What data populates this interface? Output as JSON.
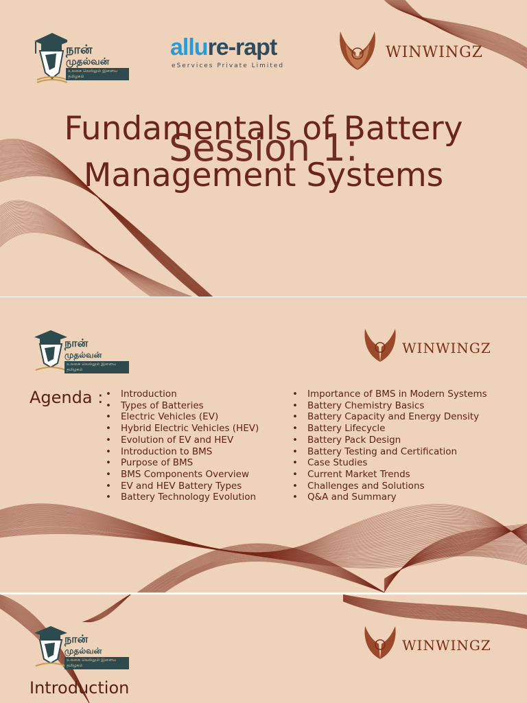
{
  "logos": {
    "naan_line1": "நான்",
    "naan_line2": "முதல்வன்",
    "naan_tagline": "உலகை வெல்லும் இளைய தமிழகம்",
    "allure_part1": "allu",
    "allure_part2": "re-rapt",
    "allure_subtitle": "eServices Private Limited",
    "winwingz": "WINWINGZ"
  },
  "slide1": {
    "title_line1": "Fundamentals of Battery",
    "title_overlap": "Session 1:",
    "title_line2": "Management Systems"
  },
  "slide2": {
    "heading": "Agenda :",
    "left_items": [
      "Introduction",
      "Types of Batteries",
      "Electric Vehicles (EV)",
      "Hybrid Electric Vehicles (HEV)",
      "Evolution of EV and HEV",
      "Introduction to BMS",
      "Purpose of BMS",
      "BMS Components Overview",
      "EV and HEV Battery Types",
      "Battery Technology Evolution"
    ],
    "right_items": [
      "Importance of BMS in Modern Systems",
      "Battery Chemistry Basics",
      "Battery Capacity and Energy Density",
      "Battery Lifecycle",
      "Battery Pack Design",
      "Battery Testing and Certification",
      "Case Studies",
      "Current Market Trends",
      "Challenges and Solutions",
      "Q&A and Summary"
    ]
  },
  "slide3": {
    "heading": "Introduction"
  },
  "colors": {
    "background": "#eed3ba",
    "title": "#6b2518",
    "wave": "#7a2a1a",
    "naan_teal": "#2d4b4e",
    "allure_blue": "#2a9bd6",
    "allure_dark": "#2e4c60"
  }
}
